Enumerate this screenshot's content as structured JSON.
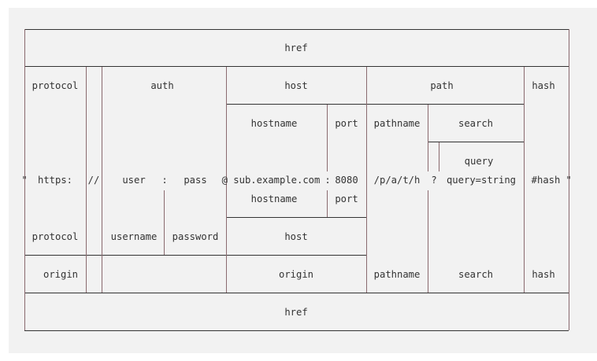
{
  "lines": {
    "horizontal_color": "#333333",
    "vertical_color": "#8a6a6f"
  },
  "labels": {
    "href_top": "href",
    "protocol_top": "protocol",
    "auth": "auth",
    "host_top": "host",
    "path": "path",
    "hash_top": "hash",
    "hostname_top": "hostname",
    "port_top": "port",
    "pathname_top": "pathname",
    "search_top": "search",
    "query": "query",
    "hostname_bottom": "hostname",
    "port_bottom": "port",
    "protocol_bottom": "protocol",
    "username": "username",
    "password": "password",
    "host_bottom": "host",
    "origin_left": "origin",
    "origin_right": "origin",
    "pathname_bottom": "pathname",
    "search_bottom": "search",
    "hash_bottom": "hash",
    "href_bottom": "href"
  },
  "url": {
    "open_quote": "\"",
    "protocol": "https:",
    "slashes": "//",
    "user": "user",
    "colon": ":",
    "pass": "pass",
    "at_host": "@ sub.example.com",
    "port_colon": ":",
    "port": "8080",
    "pathname": "/p/a/t/h",
    "question": "?",
    "query": "query=string",
    "hash": "#hash",
    "close_quote": "\""
  }
}
